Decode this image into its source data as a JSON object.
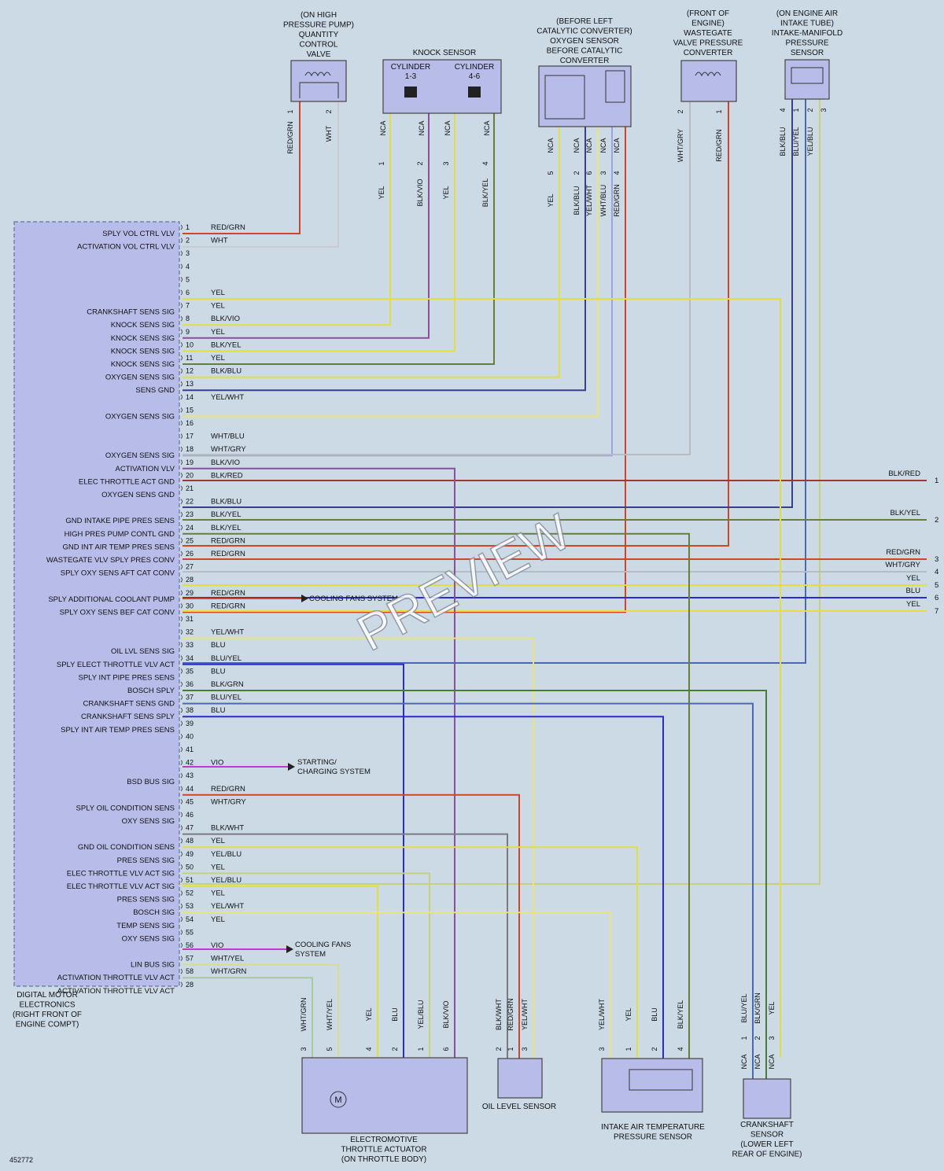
{
  "colors": {
    "background": "#ccdae6",
    "module_fill": "#b7bde8",
    "component_fill": "#b7bde8",
    "wire": {
      "RED/GRN": "#d0442a",
      "WHT": "#c8ccd0",
      "YEL": "#e2df3e",
      "BLK/VIO": "#8b4f9c",
      "BLK/YEL": "#6b7d3a",
      "BLK/BLU": "#3a3f8a",
      "YEL/WHT": "#e8e47a",
      "WHT/BLU": "#9da2e0",
      "WHT/GRY": "#b8bcc2",
      "BLK/RED": "#9a3a30",
      "BLU": "#2a2ad0",
      "BLU/YEL": "#4a6ab0",
      "BLK/GRN": "#4a7a3a",
      "VIO": "#c03ad0",
      "BLK/WHT": "#7a7a80",
      "WHT/YEL": "#d8dc90",
      "WHT/GRN": "#a8c8a0",
      "YEL/BLU": "#c8d080",
      "WHT/GRYE": "#b8bcc2"
    }
  },
  "module": {
    "caption": [
      "DIGITAL MOTOR",
      "ELECTRONICS",
      "(RIGHT FRONT OF",
      "ENGINE COMPT)"
    ]
  },
  "pins": [
    {
      "n": "1",
      "sig": "SPLY VOL CTRL VLV",
      "wire": "RED/GRN"
    },
    {
      "n": "2",
      "sig": "ACTIVATION VOL CTRL VLV",
      "wire": "WHT"
    },
    {
      "n": "3",
      "sig": "",
      "wire": ""
    },
    {
      "n": "4",
      "sig": "",
      "wire": ""
    },
    {
      "n": "5",
      "sig": "",
      "wire": ""
    },
    {
      "n": "6",
      "sig": "",
      "wire": "YEL"
    },
    {
      "n": "7",
      "sig": "CRANKSHAFT SENS SIG",
      "wire": "YEL"
    },
    {
      "n": "8",
      "sig": "KNOCK SENS SIG",
      "wire": "BLK/VIO"
    },
    {
      "n": "9",
      "sig": "KNOCK SENS SIG",
      "wire": "YEL"
    },
    {
      "n": "10",
      "sig": "KNOCK SENS SIG",
      "wire": "BLK/YEL"
    },
    {
      "n": "11",
      "sig": "KNOCK SENS SIG",
      "wire": "YEL"
    },
    {
      "n": "12",
      "sig": "OXYGEN SENS SIG",
      "wire": "BLK/BLU"
    },
    {
      "n": "13",
      "sig": "SENS GND",
      "wire": ""
    },
    {
      "n": "14",
      "sig": "",
      "wire": "YEL/WHT"
    },
    {
      "n": "15",
      "sig": "OXYGEN SENS SIG",
      "wire": ""
    },
    {
      "n": "16",
      "sig": "",
      "wire": ""
    },
    {
      "n": "17",
      "sig": "",
      "wire": "WHT/BLU"
    },
    {
      "n": "18",
      "sig": "OXYGEN SENS SIG",
      "wire": "WHT/GRY"
    },
    {
      "n": "19",
      "sig": "ACTIVATION VLV",
      "wire": "BLK/VIO"
    },
    {
      "n": "20",
      "sig": "ELEC THROTTLE ACT GND",
      "wire": "BLK/RED"
    },
    {
      "n": "21",
      "sig": "OXYGEN SENS GND",
      "wire": ""
    },
    {
      "n": "22",
      "sig": "",
      "wire": "BLK/BLU"
    },
    {
      "n": "23",
      "sig": "GND INTAKE PIPE PRES SENS",
      "wire": "BLK/YEL"
    },
    {
      "n": "24",
      "sig": "HIGH PRES PUMP CONTL GND",
      "wire": "BLK/YEL"
    },
    {
      "n": "25",
      "sig": "GND INT AIR TEMP PRES SENS",
      "wire": "RED/GRN"
    },
    {
      "n": "26",
      "sig": "WASTEGATE VLV SPLY PRES CONV",
      "wire": "RED/GRN"
    },
    {
      "n": "27",
      "sig": "SPLY OXY SENS AFT CAT CONV",
      "wire": ""
    },
    {
      "n": "28",
      "sig": "",
      "wire": ""
    },
    {
      "n": "29",
      "sig": "SPLY ADDITIONAL COOLANT PUMP",
      "wire": "RED/GRN"
    },
    {
      "n": "30",
      "sig": "SPLY OXY SENS BEF CAT CONV",
      "wire": "RED/GRN"
    },
    {
      "n": "31",
      "sig": "",
      "wire": ""
    },
    {
      "n": "32",
      "sig": "",
      "wire": "YEL/WHT"
    },
    {
      "n": "33",
      "sig": "OIL LVL SENS SIG",
      "wire": "BLU"
    },
    {
      "n": "34",
      "sig": "SPLY ELECT THROTTLE VLV ACT",
      "wire": "BLU/YEL"
    },
    {
      "n": "35",
      "sig": "SPLY INT PIPE PRES SENS",
      "wire": "BLU"
    },
    {
      "n": "36",
      "sig": "BOSCH SPLY",
      "wire": "BLK/GRN"
    },
    {
      "n": "37",
      "sig": "CRANKSHAFT SENS GND",
      "wire": "BLU/YEL"
    },
    {
      "n": "38",
      "sig": "CRANKSHAFT SENS SPLY",
      "wire": "BLU"
    },
    {
      "n": "39",
      "sig": "SPLY INT AIR TEMP PRES SENS",
      "wire": ""
    },
    {
      "n": "40",
      "sig": "",
      "wire": ""
    },
    {
      "n": "41",
      "sig": "",
      "wire": ""
    },
    {
      "n": "42",
      "sig": "",
      "wire": "VIO"
    },
    {
      "n": "43",
      "sig": "BSD BUS SIG",
      "wire": ""
    },
    {
      "n": "44",
      "sig": "",
      "wire": "RED/GRN"
    },
    {
      "n": "45",
      "sig": "SPLY OIL CONDITION SENS",
      "wire": "WHT/GRY"
    },
    {
      "n": "46",
      "sig": "OXY SENS SIG",
      "wire": ""
    },
    {
      "n": "47",
      "sig": "",
      "wire": "BLK/WHT"
    },
    {
      "n": "48",
      "sig": "GND OIL CONDITION SENS",
      "wire": "YEL"
    },
    {
      "n": "49",
      "sig": "PRES SENS SIG",
      "wire": "YEL/BLU"
    },
    {
      "n": "50",
      "sig": "ELEC THROTTLE VLV ACT SIG",
      "wire": "YEL"
    },
    {
      "n": "51",
      "sig": "ELEC THROTTLE VLV ACT SIG",
      "wire": "YEL/BLU"
    },
    {
      "n": "52",
      "sig": "PRES SENS SIG",
      "wire": "YEL"
    },
    {
      "n": "53",
      "sig": "BOSCH SIG",
      "wire": "YEL/WHT"
    },
    {
      "n": "54",
      "sig": "TEMP SENS SIG",
      "wire": "YEL"
    },
    {
      "n": "55",
      "sig": "OXY SENS SIG",
      "wire": ""
    },
    {
      "n": "56",
      "sig": "",
      "wire": "VIO"
    },
    {
      "n": "57",
      "sig": "LIN BUS SIG",
      "wire": "WHT/YEL"
    },
    {
      "n": "58",
      "sig": "ACTIVATION THROTTLE VLV ACT",
      "wire": "WHT/GRN"
    },
    {
      "n": "28",
      "sig": "ACTIVATION THROTTLE VLV ACT",
      "wire": ""
    }
  ],
  "components": {
    "hp_pump": {
      "caption": [
        "(ON HIGH",
        "PRESSURE PUMP)",
        "QUANTITY",
        "CONTROL",
        "VALVE"
      ],
      "pins": [
        "1",
        "2"
      ],
      "wires": [
        "RED/GRN",
        "WHT"
      ]
    },
    "knock": {
      "title": "KNOCK SENSOR",
      "cyl_a": [
        "CYLINDER",
        "1-3"
      ],
      "cyl_b": [
        "CYLINDER",
        "4-6"
      ],
      "nca": "NCA",
      "pins": [
        "1",
        "2",
        "3",
        "4"
      ],
      "wires": [
        "YEL",
        "BLK/VIO",
        "YEL",
        "BLK/YEL"
      ]
    },
    "o2": {
      "caption": [
        "(BEFORE LEFT",
        "CATALYTIC CONVERTER)",
        "OXYGEN SENSOR",
        "BEFORE CATALYTIC",
        "CONVERTER"
      ],
      "nca": "NCA",
      "pins": [
        "5",
        "2",
        "6",
        "3",
        "4"
      ],
      "wires": [
        "YEL",
        "BLK/BLU",
        "YEL/WHT",
        "WHT/BLU",
        "RED/GRN"
      ]
    },
    "wastegate": {
      "caption": [
        "(FRONT OF",
        "ENGINE)",
        "WASTEGATE",
        "VALVE PRESSURE",
        "CONVERTER"
      ],
      "pins": [
        "2",
        "1"
      ],
      "wires": [
        "WHT/GRY",
        "RED/GRN"
      ]
    },
    "manifold": {
      "caption": [
        "(ON ENGINE AIR",
        "INTAKE TUBE)",
        "INTAKE-MANIFOLD",
        "PRESSURE",
        "SENSOR"
      ],
      "pins": [
        "4",
        "1",
        "2",
        "3"
      ],
      "wires": [
        "BLK/BLU",
        "BLU/YEL",
        "YEL/BLU"
      ]
    },
    "throttle": {
      "caption": [
        "ELECTROMOTIVE",
        "THROTTLE ACTUATOR",
        "(ON THROTTLE BODY)"
      ],
      "motor": "M",
      "pins": [
        "3",
        "5",
        "4",
        "2",
        "1",
        "6"
      ],
      "wires": [
        "WHT/GRN",
        "WHT/YEL",
        "YEL",
        "BLU",
        "YEL/BLU",
        "BLK/VIO"
      ]
    },
    "oil_level": {
      "caption": [
        "OIL LEVEL SENSOR"
      ],
      "pins": [
        "2",
        "1",
        "3"
      ],
      "wires": [
        "BLK/WHT",
        "RED/GRN",
        "YEL/WHT"
      ]
    },
    "iat": {
      "caption": [
        "INTAKE AIR TEMPERATURE",
        "PRESSURE SENSOR"
      ],
      "pins": [
        "3",
        "1",
        "2",
        "4"
      ],
      "wires": [
        "YEL/WHT",
        "YEL",
        "BLU",
        "BLK/YEL"
      ]
    },
    "crank": {
      "caption": [
        "CRANKSHAFT",
        "SENSOR",
        "(LOWER LEFT",
        "REAR OF ENGINE)"
      ],
      "nca": "NCA",
      "pins": [
        "1",
        "2",
        "3"
      ],
      "wires": [
        "BLU/YEL",
        "BLK/GRN",
        "YEL"
      ]
    }
  },
  "nca": "NCA",
  "references": {
    "cooling_fans_29": "COOLING FANS SYSTEM",
    "starting": [
      "STARTING/",
      "CHARGING SYSTEM"
    ],
    "cooling_fans_56": [
      "COOLING FANS",
      "SYSTEM"
    ]
  },
  "right_exits": [
    {
      "wire": "BLK/RED",
      "n": "1"
    },
    {
      "wire": "BLK/YEL",
      "n": "2"
    },
    {
      "wire": "RED/GRN",
      "n": "3"
    },
    {
      "wire": "WHT/GRY",
      "n": "4"
    },
    {
      "wire": "YEL",
      "n": "5"
    },
    {
      "wire": "BLU",
      "n": "6"
    },
    {
      "wire": "YEL",
      "n": "7"
    }
  ],
  "diagram_id": "452772",
  "watermark": "PREVIEW"
}
